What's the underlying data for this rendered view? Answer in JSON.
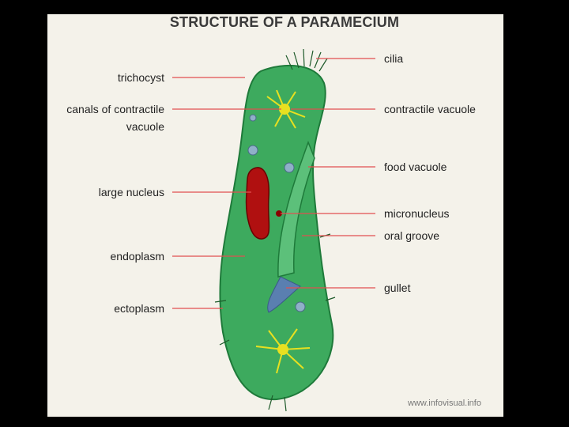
{
  "title": "STRUCTURE OF A PARAMECIUM",
  "labels": {
    "cilia": "cilia",
    "trichocyst": "trichocyst",
    "canals_line1": "canals of contractile",
    "canals_line2": "vacuole",
    "contractile_vacuole": "contractile vacuole",
    "food_vacuole": "food vacuole",
    "large_nucleus": "large nucleus",
    "micronucleus": "micronucleus",
    "oral_groove": "oral groove",
    "endoplasm": "endoplasm",
    "gullet": "gullet",
    "ectoplasm": "ectoplasm"
  },
  "credit": "www.infovisual.info",
  "colors": {
    "background": "#000000",
    "panel": "#f4f2ea",
    "body_green": "#3daa5e",
    "body_dark": "#1e7a3a",
    "nucleus": "#b01010",
    "vacuole_yellow": "#e8e020",
    "leader_line": "#e05050"
  }
}
